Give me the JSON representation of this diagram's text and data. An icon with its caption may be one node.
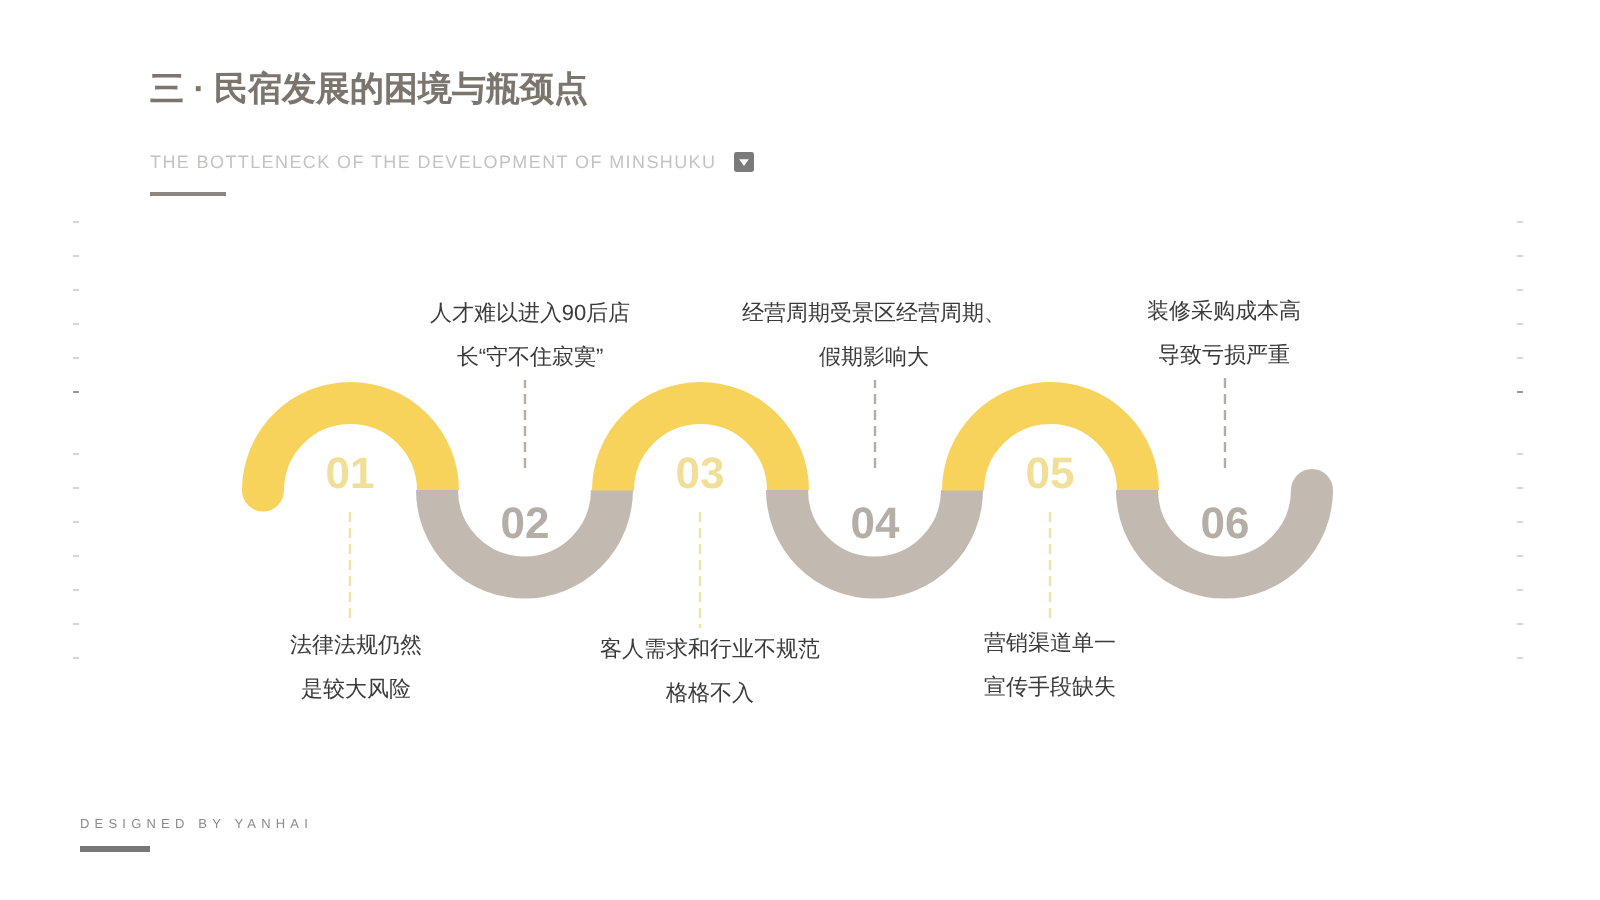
{
  "diagram": {
    "title": "三 · 民宿发展的困境与瓶颈点",
    "nodes": [
      {
        "text": [
          "01"
        ]
      },
      {
        "text": [
          "法律法规仍然是较大风险"
        ]
      },
      {
        "text": [
          "02"
        ]
      },
      {
        "text": [
          "人才难以进入90后店长“守不住寂寞”"
        ]
      },
      {
        "text": [
          "03"
        ]
      },
      {
        "text": [
          "客人需求和行业不规范格格不入"
        ]
      },
      {
        "text": [
          "04"
        ]
      },
      {
        "text": [
          "经营周期受景区经营周期、假期影响大"
        ]
      },
      {
        "text": [
          "05"
        ]
      },
      {
        "text": [
          "营销渠道单一宣传手段缺失"
        ]
      },
      {
        "text": [
          "06"
        ]
      },
      {
        "text": [
          "装修采购成本高导致亏损严重"
        ]
      }
    ],
    "edges": [
      {
        "from": 0,
        "to": 1,
        "arrow": "none",
        "style": "dashed",
        "color": "#efe2a8"
      },
      {
        "from": 2,
        "to": 3,
        "arrow": "none",
        "style": "dashed"
      },
      {
        "from": 4,
        "to": 5,
        "arrow": "none",
        "style": "dashed",
        "color": "#efe2a8"
      },
      {
        "from": 6,
        "to": 7,
        "arrow": "none",
        "style": "dashed"
      },
      {
        "from": 8,
        "to": 9,
        "arrow": "none",
        "style": "dashed",
        "color": "#efe2a8"
      },
      {
        "from": 10,
        "to": 11,
        "arrow": "none",
        "style": "dashed"
      }
    ],
    "labels": [
      "THE BOTTLENECK OF THE DEVELOPMENT OF MINSHUKU",
      "DESIGNED BY YANHAI"
    ]
  }
}
